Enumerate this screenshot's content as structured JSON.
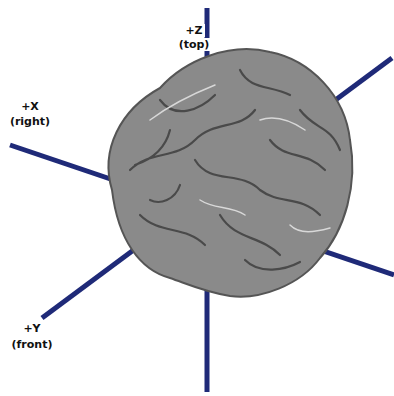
{
  "diagram": {
    "labels": [
      "+Z",
      "(top)",
      "+X",
      "(right)",
      "+Y",
      "(front)"
    ]
  }
}
